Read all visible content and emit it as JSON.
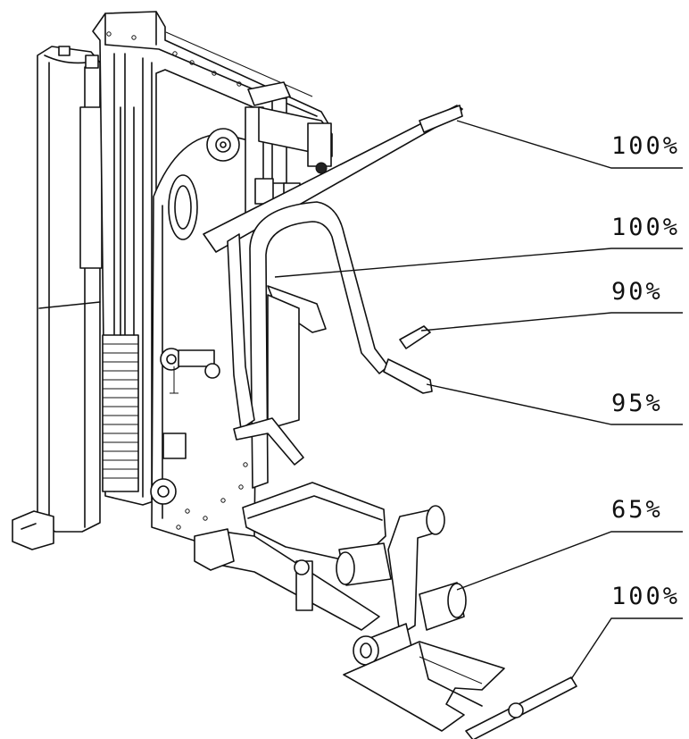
{
  "callouts": [
    {
      "id": "top-press-arm",
      "label": "100%"
    },
    {
      "id": "chest-press-frame",
      "label": "100%"
    },
    {
      "id": "press-handle",
      "label": "90%"
    },
    {
      "id": "arm-grip",
      "label": "95%"
    },
    {
      "id": "leg-roller",
      "label": "65%"
    },
    {
      "id": "foot-bar",
      "label": "100%"
    }
  ]
}
